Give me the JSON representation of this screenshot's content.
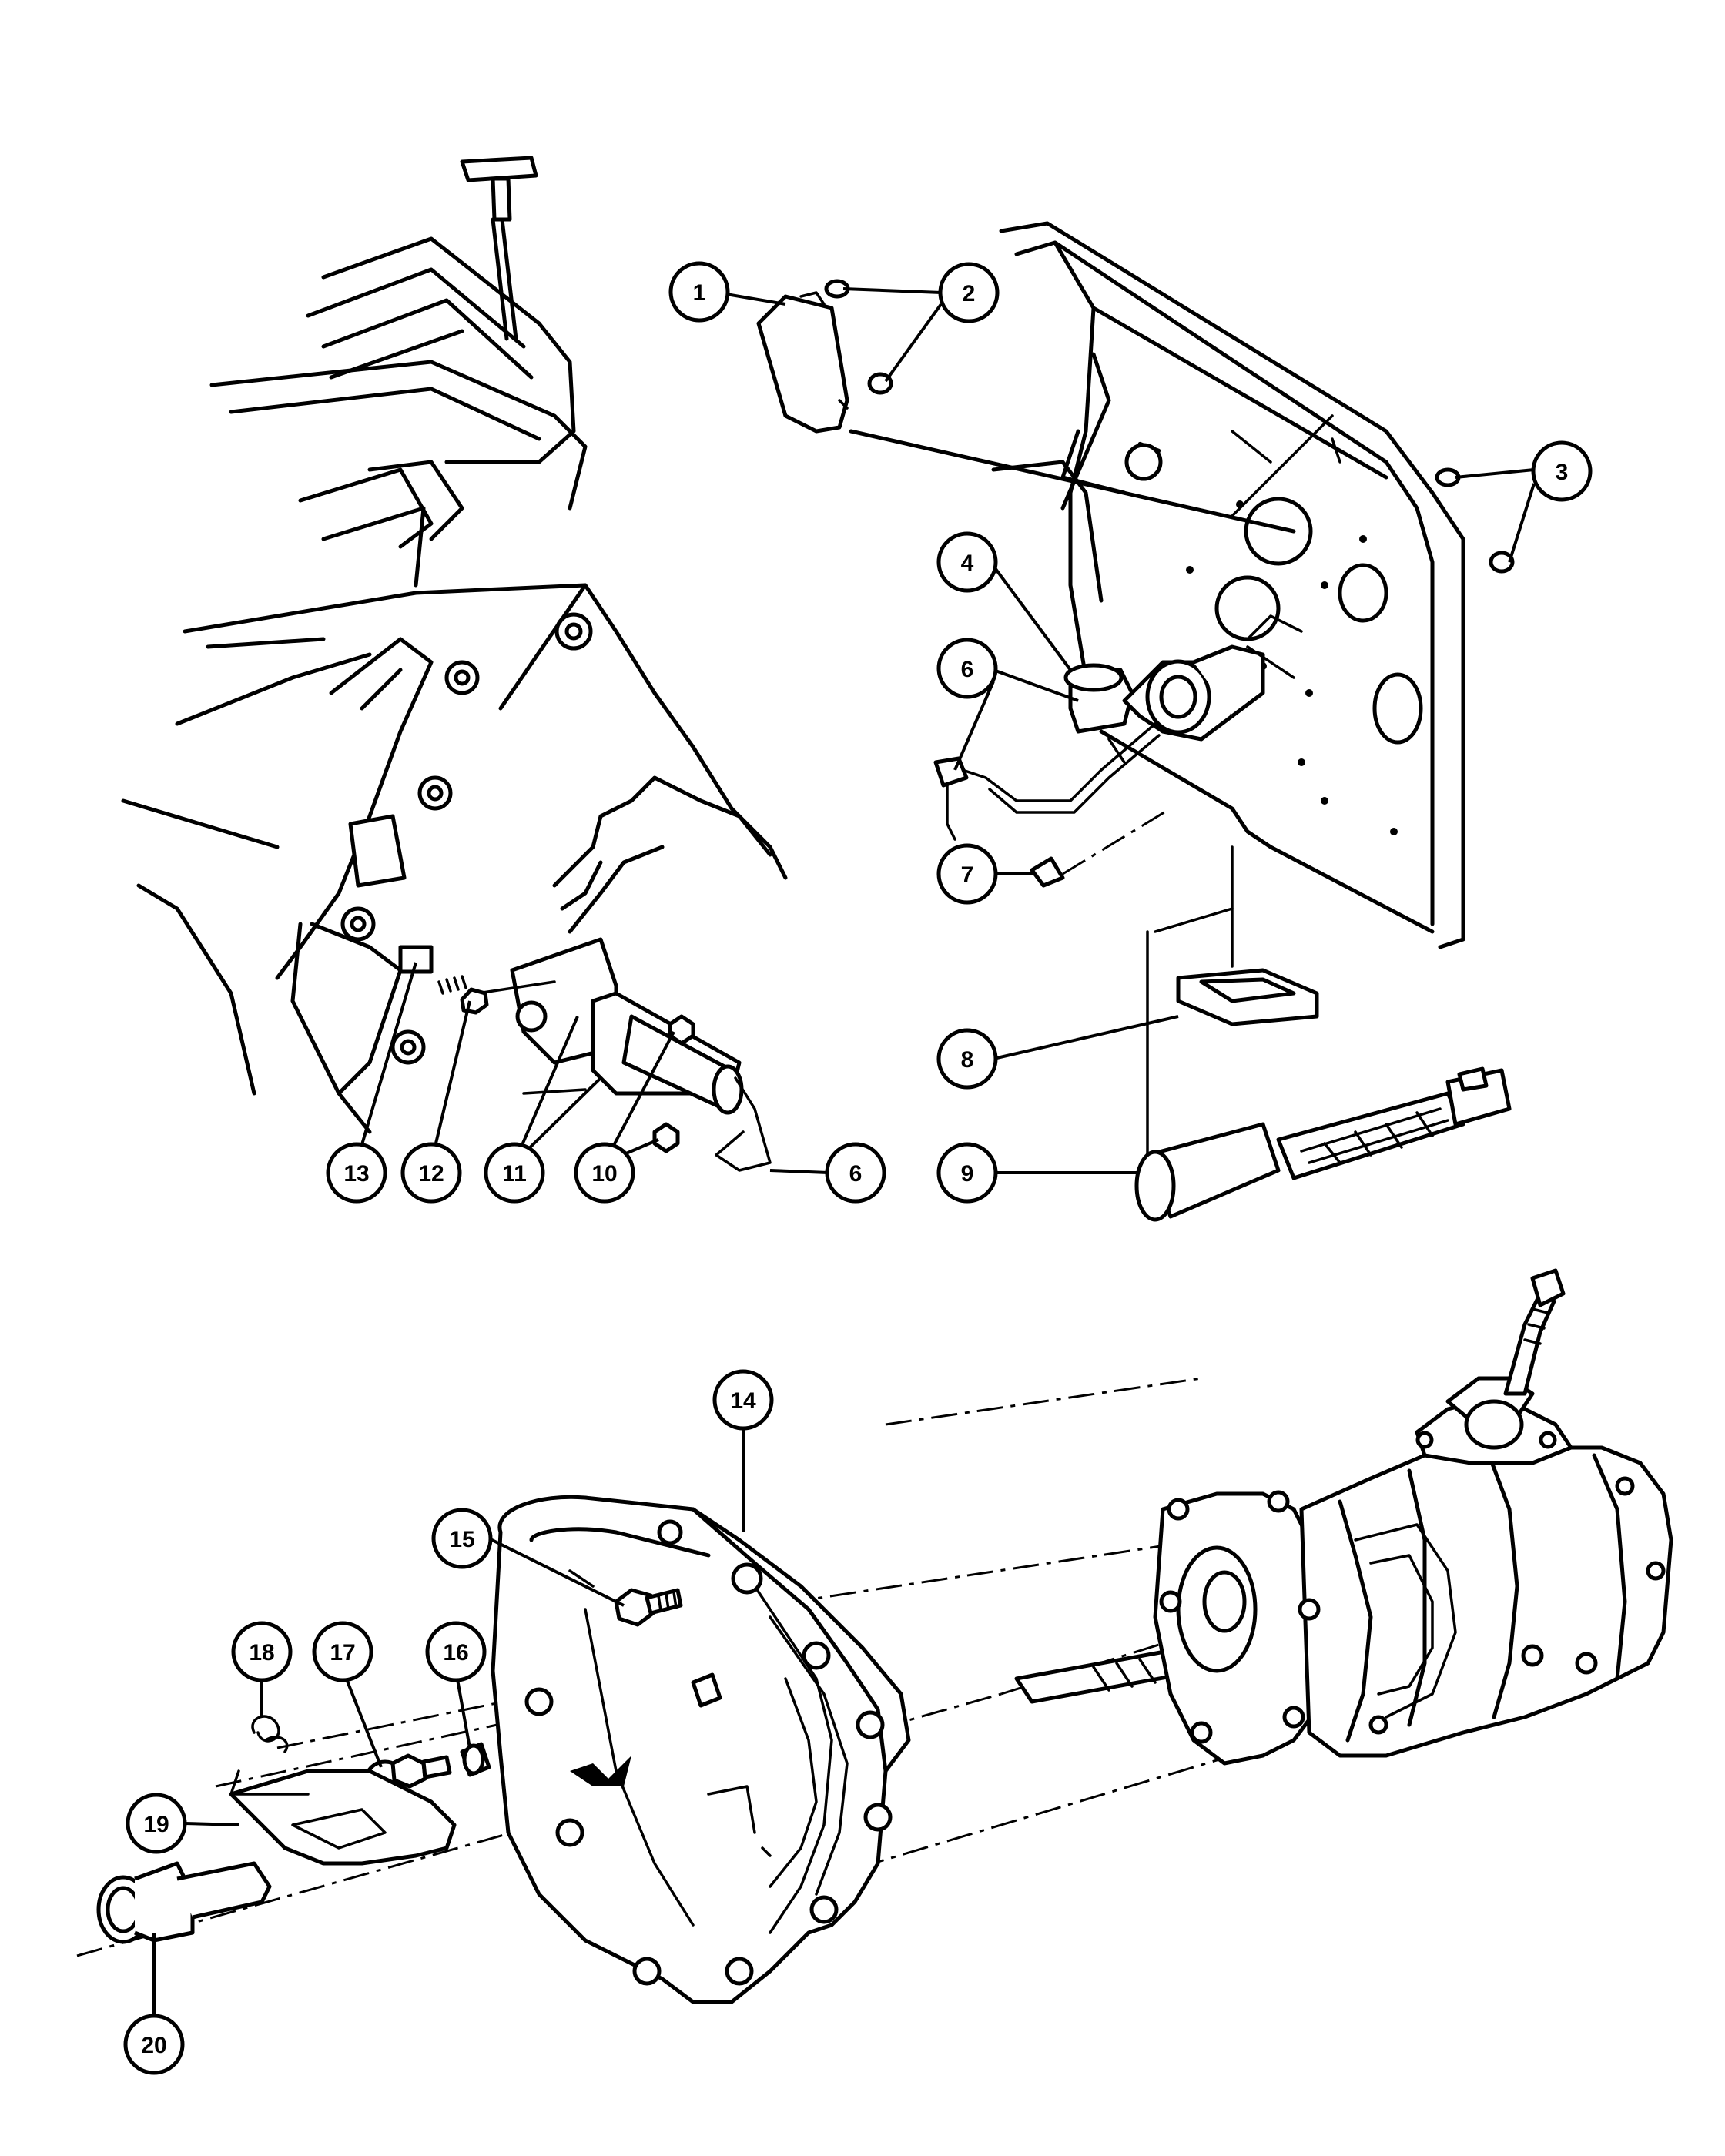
{
  "callouts": {
    "c1": "1",
    "c2": "2",
    "c3": "3",
    "c4": "4",
    "c6a": "6",
    "c6b": "6",
    "c7": "7",
    "c8": "8",
    "c9": "9",
    "c10": "10",
    "c11": "11",
    "c12": "12",
    "c13": "13",
    "c14": "14",
    "c15": "15",
    "c16": "16",
    "c17": "17",
    "c18": "18",
    "c19": "19",
    "c20": "20"
  }
}
